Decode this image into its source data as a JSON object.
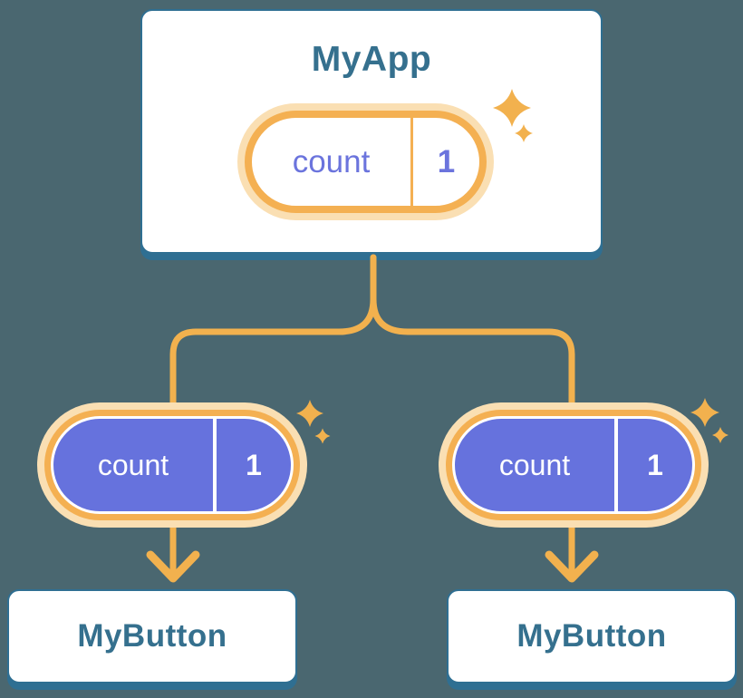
{
  "colors": {
    "bg": "#4a6770",
    "line": "#f2b14e",
    "halo": "#fadfb3",
    "ring": "#f4b052",
    "purple": "#6672dd",
    "purple_text": "#6b74dd",
    "blue_text": "#35708e",
    "card_border": "#2f6f92",
    "card_bg": "#ffffff",
    "divider_white": "#ffffff"
  },
  "diagram": {
    "root": {
      "title": "MyApp",
      "pill": {
        "label": "count",
        "value": "1"
      }
    },
    "children": [
      {
        "pill": {
          "label": "count",
          "value": "1"
        },
        "title": "MyButton"
      },
      {
        "pill": {
          "label": "count",
          "value": "1"
        },
        "title": "MyButton"
      }
    ]
  }
}
